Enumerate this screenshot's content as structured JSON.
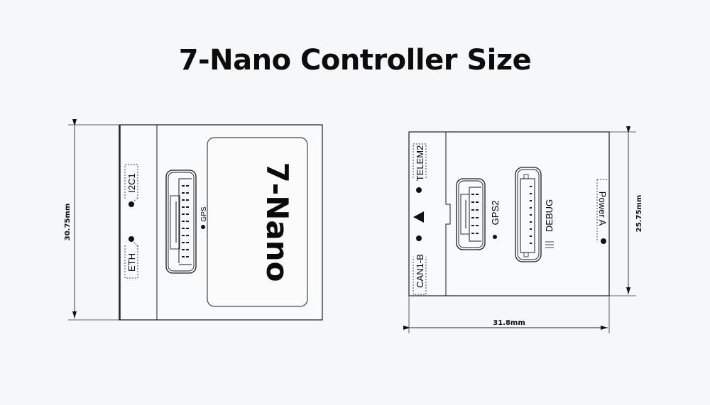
{
  "title": "7-Nano Controller Size",
  "left_view": {
    "height_dimension": "30.75mm",
    "brand_text": "7-Nano",
    "ports": {
      "eth": "ETH",
      "i2c": "I2C1",
      "gps": "GPS"
    }
  },
  "right_view": {
    "height_dimension": "25.75mm",
    "width_dimension": "31.8mm",
    "ports": {
      "can": "CAN1-B",
      "telem": "TELEM2",
      "gps2": "GPS2",
      "debug": "DEBUG",
      "power": "Power A"
    }
  },
  "colors": {
    "background": "#f6f7f9",
    "line": "#1a1a1a",
    "board_fill": "#f9fafb"
  }
}
